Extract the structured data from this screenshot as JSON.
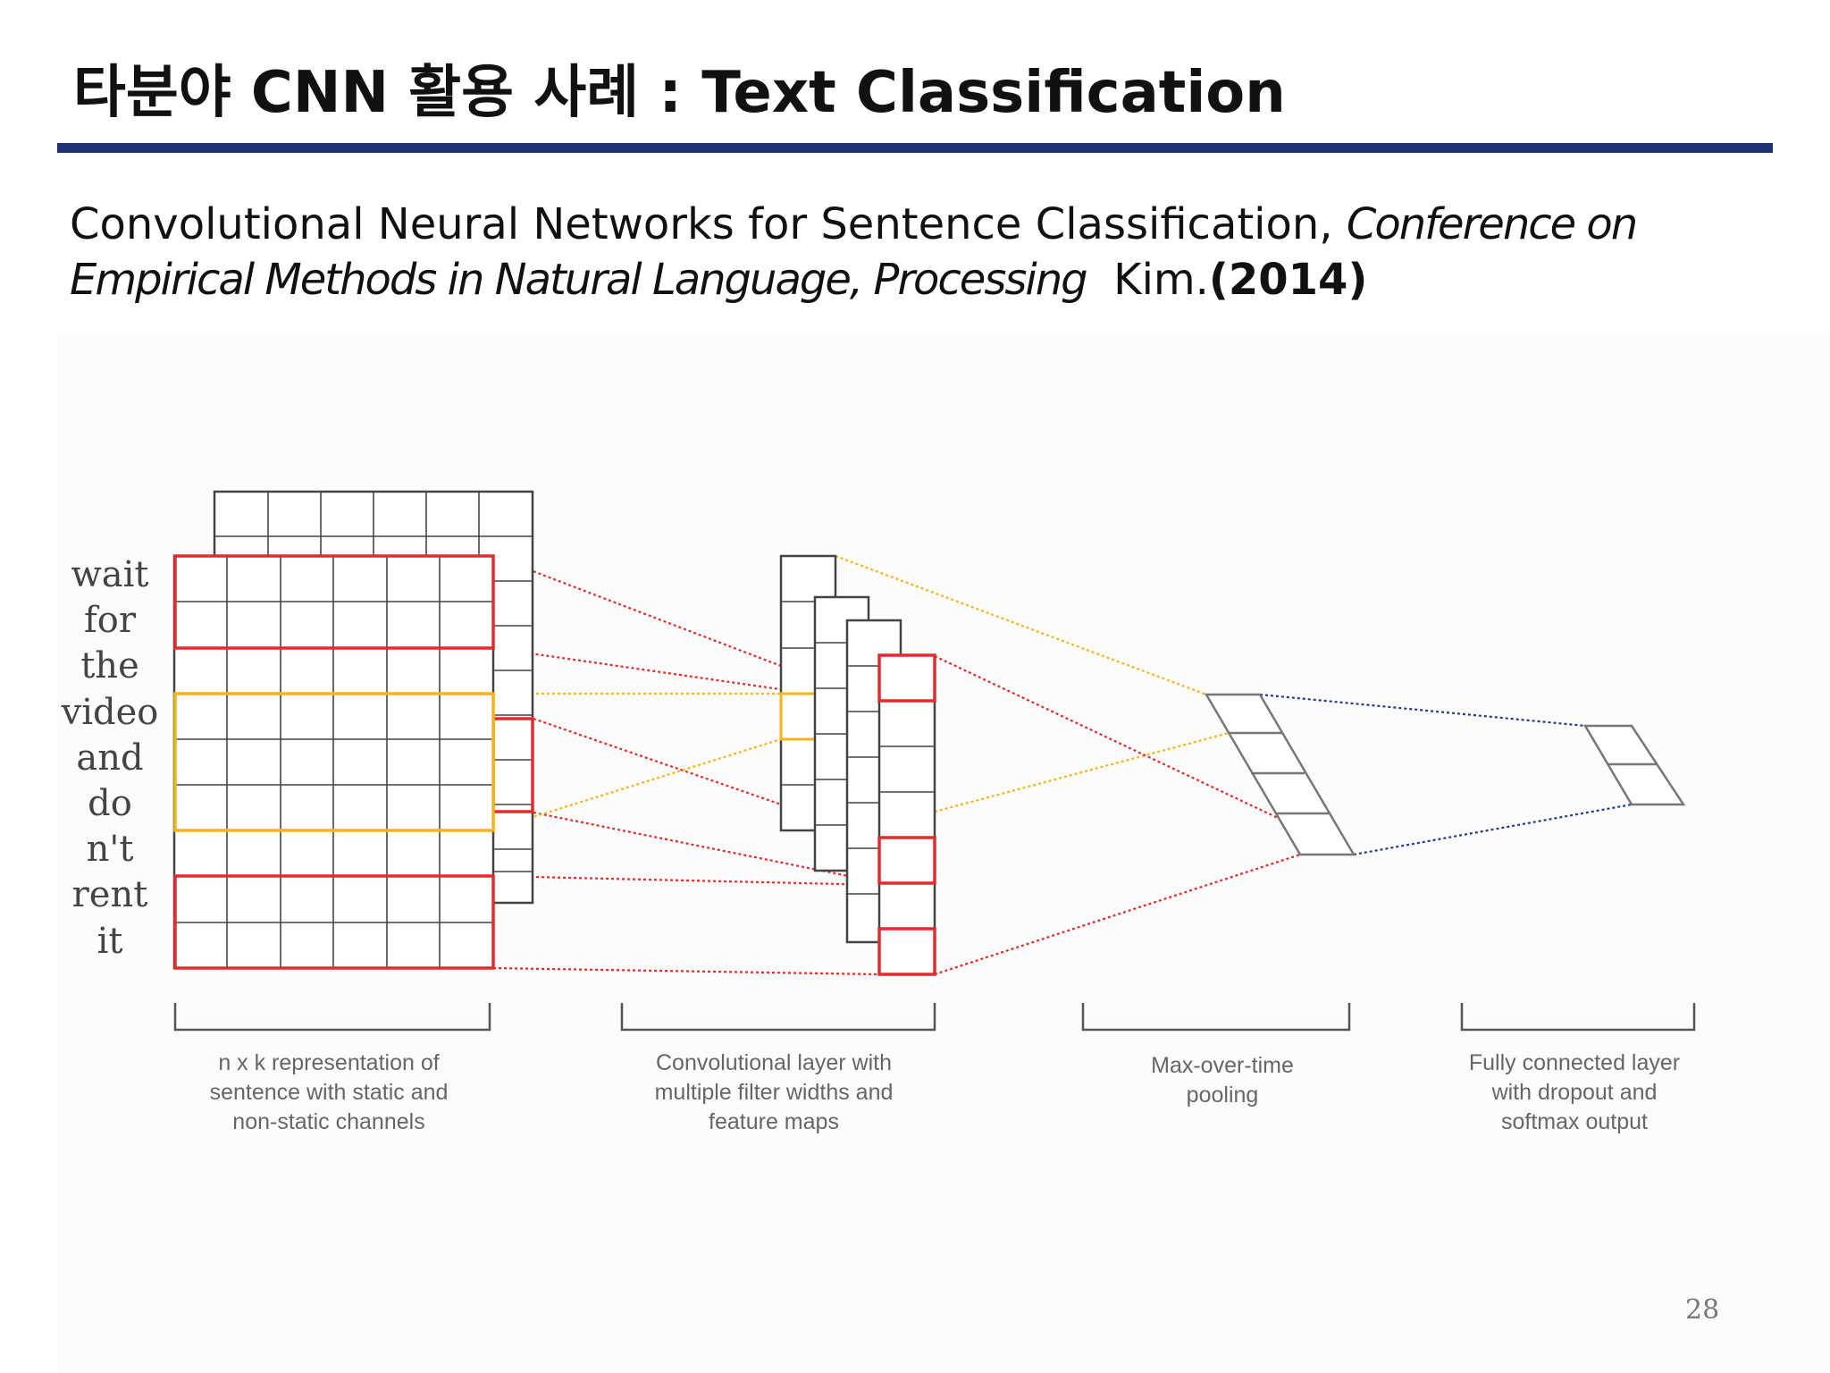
{
  "slide": {
    "title": "타분야 CNN 활용 사례 : Text Classification",
    "citation_text": "Convolutional Neural Networks for Sentence Classification,",
    "citation_venue": "Conference on Empirical Methods in Natural Language, Processing",
    "citation_author": "Kim.",
    "citation_year": "(2014)",
    "page_number": "28",
    "rule_color": "#1f3370"
  },
  "diagram": {
    "words": [
      "wait",
      "for",
      "the",
      "video",
      "and",
      "do",
      "n't",
      "rent",
      "it"
    ],
    "captions": [
      [
        "n x k representation of",
        "sentence with static and",
        "non-static channels"
      ],
      [
        "Convolutional layer with",
        "multiple filter widths and",
        "feature maps"
      ],
      [
        "Max-over-time",
        "pooling"
      ],
      [
        "Fully connected layer",
        "with dropout and",
        "softmax output"
      ]
    ],
    "colors": {
      "red": "#e32b2b",
      "yellow": "#f4b41a",
      "blue": "#233a8a",
      "grid": "#444444"
    }
  }
}
